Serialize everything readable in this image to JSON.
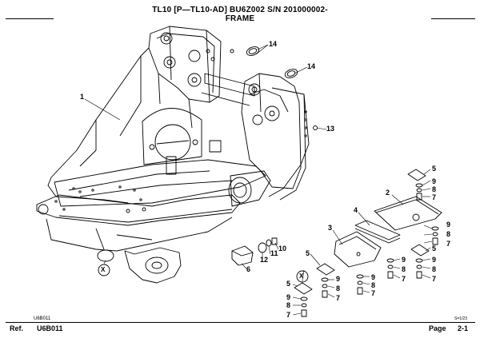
{
  "header": {
    "model_line": "TL10 [P—TL10-AD] BU6Z002 S/N 201000002-",
    "section_title": "FRAME"
  },
  "part_callouts": [
    "1",
    "2",
    "3",
    "4",
    "5",
    "6",
    "7",
    "8",
    "9",
    "10",
    "11",
    "12",
    "13",
    "14"
  ],
  "detail_markers": [
    "X"
  ],
  "footer": {
    "small_ref": "U6B011",
    "ref_label": "Ref.",
    "ref_value": "U6B011",
    "page_label": "Page",
    "page_value": "2-1",
    "corner_code": "S=1/23"
  }
}
